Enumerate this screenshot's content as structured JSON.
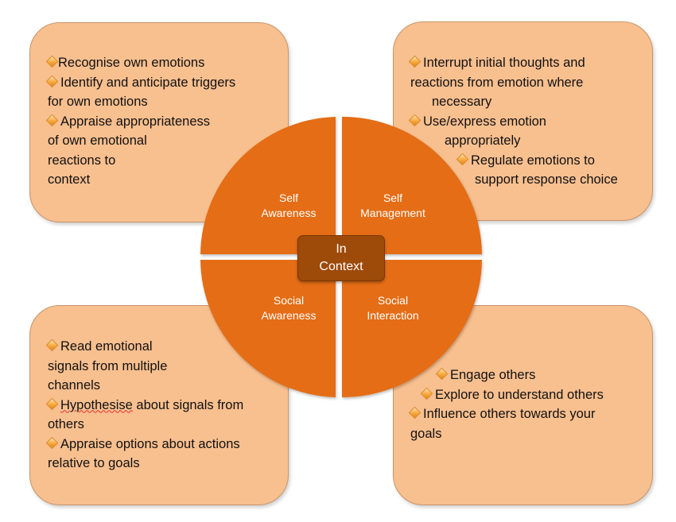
{
  "colors": {
    "box_fill": "#f8bf8f",
    "wheel_fill": "#e46d12",
    "center_fill": "#9e4a09",
    "label_text": "#ffffff"
  },
  "icons": {
    "bullet": "orange-diamond-bullet-icon"
  },
  "center": {
    "line1": "In",
    "line2": "Context"
  },
  "quadrants": {
    "self_awareness": {
      "line1": "Self",
      "line2": "Awareness"
    },
    "self_management": {
      "line1": "Self",
      "line2": "Management"
    },
    "social_awareness": {
      "line1": "Social",
      "line2": "Awareness"
    },
    "social_interaction": {
      "line1": "Social",
      "line2": "Interaction"
    }
  },
  "boxes": {
    "top_left": {
      "lines": [
        "Recognise own emotions",
        "Identify and anticipate triggers",
        "for own emotions",
        "Appraise appropriateness",
        "of own emotional",
        "reactions to",
        "context"
      ]
    },
    "top_right": {
      "lines": [
        "Interrupt initial thoughts and",
        "reactions from emotion where",
        "necessary",
        "Use/express emotion",
        "appropriately",
        "Regulate emotions to",
        "support response choice"
      ]
    },
    "bottom_left": {
      "lines": [
        "Read emotional",
        "signals from multiple",
        "channels",
        "Hypothesise",
        "about signals from",
        "others",
        "Appraise options about actions",
        "relative to goals"
      ]
    },
    "bottom_right": {
      "lines": [
        "Engage others",
        "Explore to understand others",
        "Influence others towards your",
        "goals"
      ]
    }
  }
}
